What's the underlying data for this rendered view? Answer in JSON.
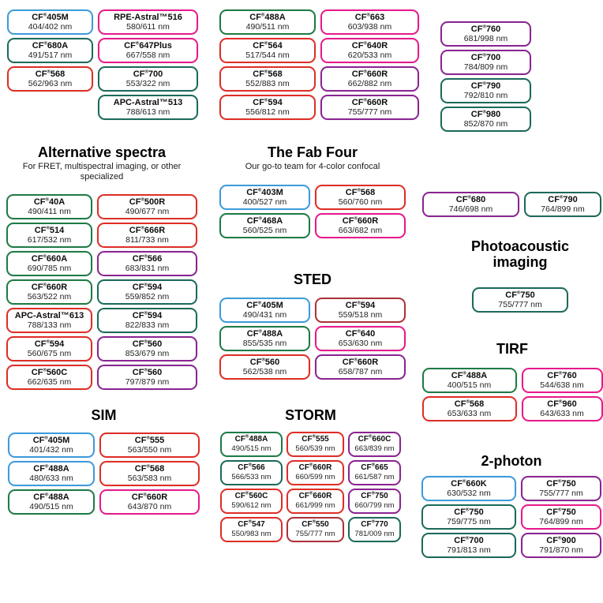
{
  "chart_data": {
    "type": "table",
    "description": "CF dye selection chart grouped by imaging application; each pill shows dye name and excitation/emission wavelengths",
    "colors": {
      "blue": "#3d9bdc",
      "teal": "#1b6a5a",
      "green": "#1e7b45",
      "red": "#df2e26",
      "pink": "#e8198b",
      "purple": "#8a2492",
      "darkred": "#ac3239"
    },
    "sections": [
      {
        "id": "top-left-group",
        "title": "",
        "subtitle": "",
        "columns": [
          [
            {
              "name": "CF®405M",
              "value": "404/402 nm",
              "color": "blue"
            },
            {
              "name": "CF®680A",
              "value": "491/517 nm",
              "color": "teal"
            },
            {
              "name": "CF®568",
              "value": "562/963 nm",
              "color": "red"
            }
          ],
          [
            {
              "name": "RPE-Astral™516",
              "value": "580/611 nm",
              "color": "pink"
            },
            {
              "name": "CF®647Plus",
              "value": "667/558 nm",
              "color": "pink"
            },
            {
              "name": "CF®700",
              "value": "553/322 nm",
              "color": "teal"
            },
            {
              "name": "APC-Astral™513",
              "value": "788/613 nm",
              "color": "teal"
            }
          ]
        ]
      },
      {
        "id": "top-middle-group",
        "title": "",
        "subtitle": "",
        "columns": [
          [
            {
              "name": "CF®488A",
              "value": "490/511 nm",
              "color": "green"
            },
            {
              "name": "CF®564",
              "value": "517/544 nm",
              "color": "red"
            },
            {
              "name": "CF®568",
              "value": "552/883 nm",
              "color": "red"
            },
            {
              "name": "CF®594",
              "value": "556/812 nm",
              "color": "red"
            }
          ],
          [
            {
              "name": "CF®663",
              "value": "603/938 nm",
              "color": "pink"
            },
            {
              "name": "CF®640R",
              "value": "620/533 nm",
              "color": "pink"
            },
            {
              "name": "CF®660R",
              "value": "662/882 nm",
              "color": "purple"
            },
            {
              "name": "CF®660R",
              "value": "755/777 nm",
              "color": "purple"
            }
          ]
        ]
      },
      {
        "id": "top-right-group",
        "title": "",
        "subtitle": "",
        "columns": [
          [
            {
              "name": "CF®760",
              "value": "681/998 nm",
              "color": "purple"
            },
            {
              "name": "CF®700",
              "value": "784/809 nm",
              "color": "purple"
            },
            {
              "name": "CF®790",
              "value": "792/810 nm",
              "color": "teal"
            },
            {
              "name": "CF®980",
              "value": "852/870 nm",
              "color": "teal"
            }
          ]
        ]
      },
      {
        "id": "alternative-spectra",
        "title": "Alternative spectra",
        "subtitle": "For FRET, multispectral imaging, or other specialized",
        "columns": [
          [
            {
              "name": "CF®40A",
              "value": "490/411 nm",
              "color": "green"
            },
            {
              "name": "CF®514",
              "value": "617/532 nm",
              "color": "green"
            },
            {
              "name": "CF®660A",
              "value": "690/785 nm",
              "color": "green"
            },
            {
              "name": "CF®660R",
              "value": "563/522 nm",
              "color": "green"
            },
            {
              "name": "APC-Astral™613",
              "value": "788/133 nm",
              "color": "red"
            },
            {
              "name": "CF®594",
              "value": "560/675 nm",
              "color": "red"
            },
            {
              "name": "CF®560C",
              "value": "662/635 nm",
              "color": "red"
            }
          ],
          [
            {
              "name": "CF®500R",
              "value": "490/677 nm",
              "color": "red"
            },
            {
              "name": "CF®666R",
              "value": "811/733 nm",
              "color": "red"
            },
            {
              "name": "CF®566",
              "value": "683/831 nm",
              "color": "purple"
            },
            {
              "name": "CF®594",
              "value": "559/852 nm",
              "color": "teal"
            },
            {
              "name": "CF®594",
              "value": "822/833 nm",
              "color": "teal"
            },
            {
              "name": "CF®560",
              "value": "853/679 nm",
              "color": "purple"
            },
            {
              "name": "CF®560",
              "value": "797/879 nm",
              "color": "purple"
            }
          ]
        ]
      },
      {
        "id": "fab-four",
        "title": "The Fab Four",
        "subtitle": "Our go-to team for 4-color confocal",
        "columns": [
          [
            {
              "name": "CF®403M",
              "value": "400/527 nm",
              "color": "blue"
            },
            {
              "name": "CF®468A",
              "value": "560/525 nm",
              "color": "green"
            }
          ],
          [
            {
              "name": "CF®568",
              "value": "560/760 nm",
              "color": "red"
            },
            {
              "name": "CF®660R",
              "value": "663/682 nm",
              "color": "pink"
            }
          ]
        ]
      },
      {
        "id": "nir-pair",
        "title": "",
        "subtitle": "",
        "columns": [
          [
            {
              "name": "CF®680",
              "value": "746/698 nm",
              "color": "purple"
            }
          ],
          [
            {
              "name": "CF®790",
              "value": "764/899 nm",
              "color": "teal"
            }
          ]
        ]
      },
      {
        "id": "photoacoustic",
        "title": "Photoacoustic imaging",
        "subtitle": "",
        "columns": [
          [
            {
              "name": "CF®750",
              "value": "755/777 nm",
              "color": "teal"
            }
          ]
        ]
      },
      {
        "id": "sted",
        "title": "STED",
        "subtitle": "",
        "columns": [
          [
            {
              "name": "CF®405M",
              "value": "490/431 nm",
              "color": "blue"
            },
            {
              "name": "CF®488A",
              "value": "855/535 nm",
              "color": "green"
            },
            {
              "name": "CF®560",
              "value": "562/538 nm",
              "color": "red"
            }
          ],
          [
            {
              "name": "CF®594",
              "value": "559/518 nm",
              "color": "darkred"
            },
            {
              "name": "CF®640",
              "value": "653/630 nm",
              "color": "pink"
            },
            {
              "name": "CF®660R",
              "value": "658/787 nm",
              "color": "purple"
            }
          ]
        ]
      },
      {
        "id": "tirf",
        "title": "TIRF",
        "subtitle": "",
        "columns": [
          [
            {
              "name": "CF®488A",
              "value": "400/515 nm",
              "color": "green"
            },
            {
              "name": "CF®568",
              "value": "653/633 nm",
              "color": "red"
            }
          ],
          [
            {
              "name": "CF®760",
              "value": "544/638 nm",
              "color": "pink"
            },
            {
              "name": "CF®960",
              "value": "643/633 nm",
              "color": "pink"
            }
          ]
        ]
      },
      {
        "id": "sim",
        "title": "SIM",
        "subtitle": "",
        "columns": [
          [
            {
              "name": "CF®405M",
              "value": "401/432 nm",
              "color": "blue"
            },
            {
              "name": "CF®488A",
              "value": "480/633 nm",
              "color": "blue"
            },
            {
              "name": "CF®488A",
              "value": "490/515 nm",
              "color": "green"
            }
          ],
          [
            {
              "name": "CF®555",
              "value": "563/550 nm",
              "color": "red"
            },
            {
              "name": "CF®568",
              "value": "563/583 nm",
              "color": "red"
            },
            {
              "name": "CF®660R",
              "value": "643/870 nm",
              "color": "pink"
            }
          ]
        ]
      },
      {
        "id": "storm",
        "title": "STORM",
        "subtitle": "",
        "columns": [
          [
            {
              "name": "CF®488A",
              "value": "490/515 nm",
              "color": "green"
            },
            {
              "name": "CF®566",
              "value": "566/533 nm",
              "color": "teal"
            },
            {
              "name": "CF®560C",
              "value": "590/612 nm",
              "color": "red"
            },
            {
              "name": "CF®547",
              "value": "550/983 nm",
              "color": "red"
            }
          ],
          [
            {
              "name": "CF®555",
              "value": "560/539 nm",
              "color": "red"
            },
            {
              "name": "CF®660R",
              "value": "660/599 nm",
              "color": "red"
            },
            {
              "name": "CF®660R",
              "value": "661/999 nm",
              "color": "red"
            },
            {
              "name": "CF®550",
              "value": "755/777 nm",
              "color": "darkred"
            }
          ],
          [
            {
              "name": "CF®660C",
              "value": "663/839 nm",
              "color": "purple"
            },
            {
              "name": "CF®665",
              "value": "661/587 nm",
              "color": "purple"
            },
            {
              "name": "CF®750",
              "value": "660/799 nm",
              "color": "purple"
            },
            {
              "name": "CF®770",
              "value": "781/009 nm",
              "color": "teal"
            }
          ]
        ]
      },
      {
        "id": "two-photon",
        "title": "2-photon",
        "subtitle": "",
        "columns": [
          [
            {
              "name": "CF®660K",
              "value": "630/532 nm",
              "color": "blue"
            },
            {
              "name": "CF®750",
              "value": "759/775 nm",
              "color": "teal"
            },
            {
              "name": "CF®700",
              "value": "791/813 nm",
              "color": "teal"
            }
          ],
          [
            {
              "name": "CF®750",
              "value": "755/777 nm",
              "color": "purple"
            },
            {
              "name": "CF®750",
              "value": "764/899 nm",
              "color": "pink"
            },
            {
              "name": "CF®900",
              "value": "791/870 nm",
              "color": "purple"
            }
          ]
        ]
      }
    ]
  }
}
